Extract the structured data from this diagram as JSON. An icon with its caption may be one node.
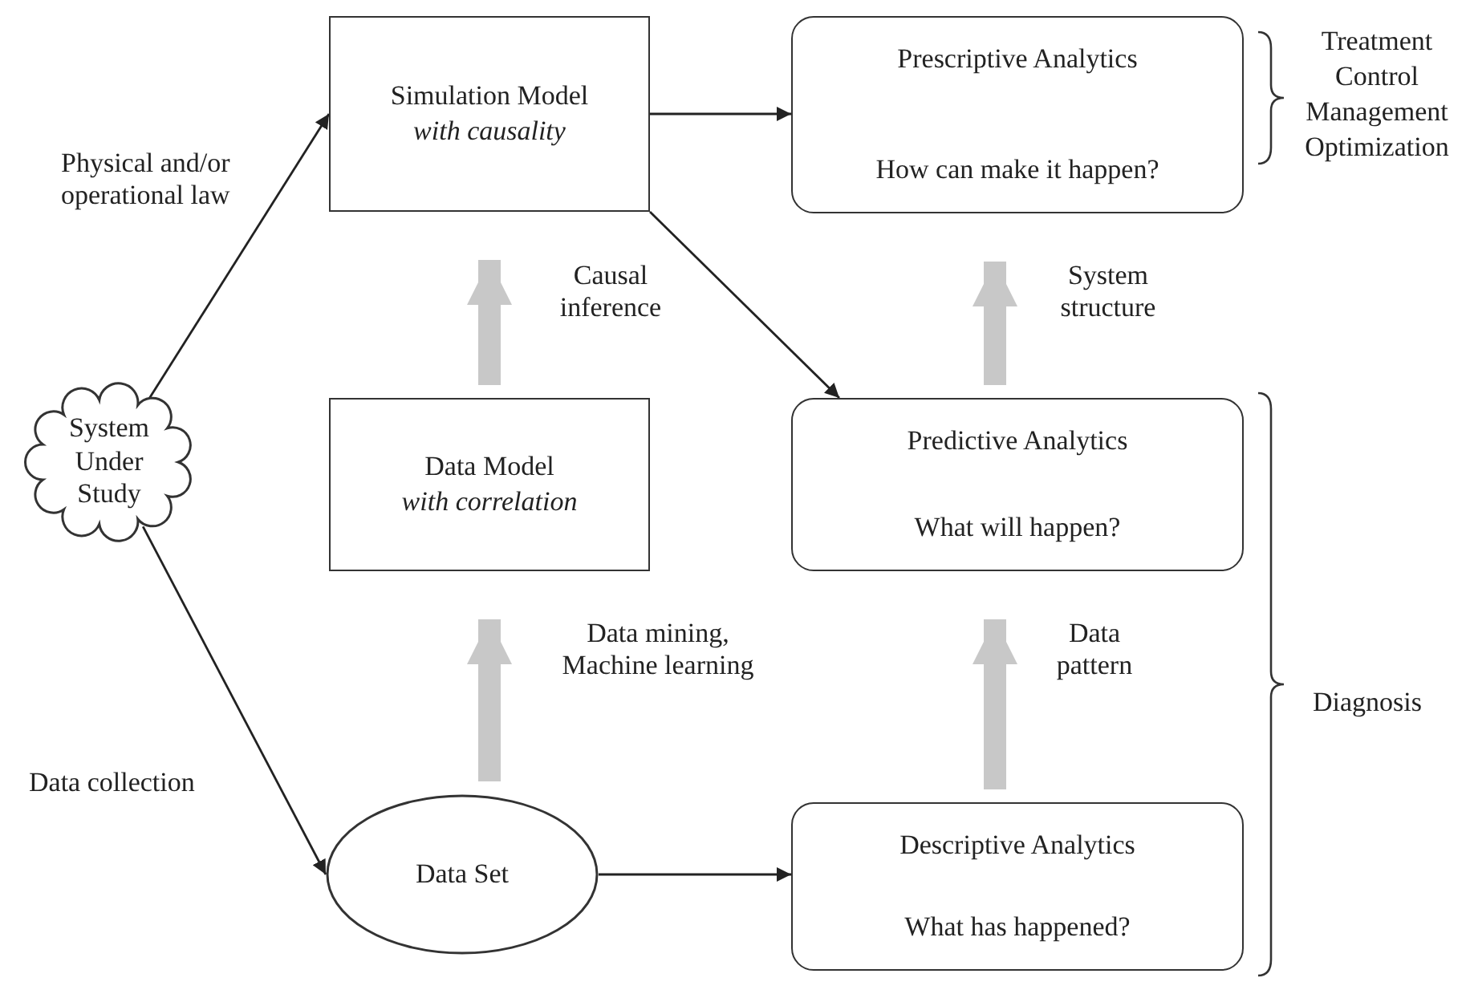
{
  "diagram": {
    "nodes": [
      {
        "text": [
          "System Under Study"
        ]
      },
      {
        "text": [
          "Simulation Model",
          "with causality"
        ]
      },
      {
        "text": [
          "Prescriptive Analytics",
          "How can make it happen?"
        ],
        "beside": [
          "Treatment Control Management Optimization"
        ]
      },
      {
        "text": [
          "Data Model",
          "with correlation"
        ]
      },
      {
        "text": [
          "Predictive Analytics",
          "What will happen?"
        ]
      },
      {
        "text": [
          "Data Set"
        ]
      },
      {
        "text": [
          "Descriptive Analytics",
          "What has happened?"
        ]
      }
    ],
    "edges": [
      {
        "from": 0,
        "to": 1,
        "arrow": "to",
        "label": "Physical and/or operational law"
      },
      {
        "from": 0,
        "to": 5,
        "arrow": "to",
        "label": "Data collection"
      },
      {
        "from": 1,
        "to": 2,
        "arrow": "to"
      },
      {
        "from": 1,
        "to": 4,
        "arrow": "to"
      },
      {
        "from": 5,
        "to": 6,
        "arrow": "to"
      },
      {
        "from": 3,
        "to": 1,
        "arrow": "to",
        "label": "Causal inference",
        "style": "thick",
        "color": "#c8c8c8"
      },
      {
        "from": 4,
        "to": 2,
        "arrow": "to",
        "label": "System structure",
        "style": "thick",
        "color": "#c8c8c8"
      },
      {
        "from": 5,
        "to": 3,
        "arrow": "to",
        "label": "Data mining, Machine learning",
        "style": "thick",
        "color": "#c8c8c8"
      },
      {
        "from": 6,
        "to": 4,
        "arrow": "to",
        "label": "Data pattern",
        "style": "thick",
        "color": "#c8c8c8"
      }
    ],
    "labels": [
      "Diagnosis"
    ]
  }
}
